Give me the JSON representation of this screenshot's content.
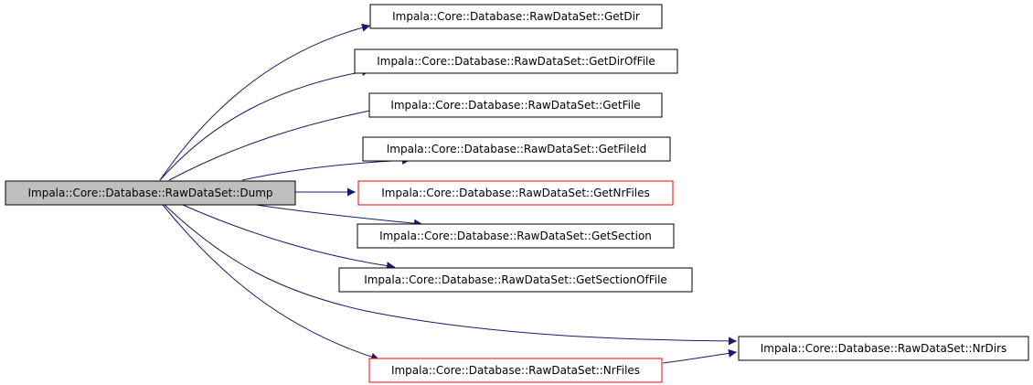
{
  "graph": {
    "root": {
      "id": "dump",
      "label": "Impala::Core::Database::RawDataSet::Dump"
    },
    "nodes": [
      {
        "id": "getdir",
        "label": "Impala::Core::Database::RawDataSet::GetDir",
        "border": "black"
      },
      {
        "id": "getdiroffile",
        "label": "Impala::Core::Database::RawDataSet::GetDirOfFile",
        "border": "black"
      },
      {
        "id": "getfile",
        "label": "Impala::Core::Database::RawDataSet::GetFile",
        "border": "black"
      },
      {
        "id": "getfileid",
        "label": "Impala::Core::Database::RawDataSet::GetFileId",
        "border": "black"
      },
      {
        "id": "getnrfiles",
        "label": "Impala::Core::Database::RawDataSet::GetNrFiles",
        "border": "red"
      },
      {
        "id": "getsection",
        "label": "Impala::Core::Database::RawDataSet::GetSection",
        "border": "black"
      },
      {
        "id": "getsectionoffile",
        "label": "Impala::Core::Database::RawDataSet::GetSectionOfFile",
        "border": "black"
      },
      {
        "id": "nrdirs",
        "label": "Impala::Core::Database::RawDataSet::NrDirs",
        "border": "black"
      },
      {
        "id": "nrfiles",
        "label": "Impala::Core::Database::RawDataSet::NrFiles",
        "border": "red"
      }
    ],
    "edges": [
      {
        "from": "dump",
        "to": "getdir"
      },
      {
        "from": "dump",
        "to": "getdiroffile"
      },
      {
        "from": "dump",
        "to": "getfile"
      },
      {
        "from": "dump",
        "to": "getfileid"
      },
      {
        "from": "dump",
        "to": "getnrfiles"
      },
      {
        "from": "dump",
        "to": "getsection"
      },
      {
        "from": "dump",
        "to": "getsectionoffile"
      },
      {
        "from": "dump",
        "to": "nrdirs"
      },
      {
        "from": "dump",
        "to": "nrfiles"
      },
      {
        "from": "nrfiles",
        "to": "nrdirs"
      }
    ],
    "colors": {
      "edge": "#191970",
      "root_fill": "#bfbfbf",
      "node_border": "#000000",
      "highlight_border": "#ff0000"
    }
  }
}
